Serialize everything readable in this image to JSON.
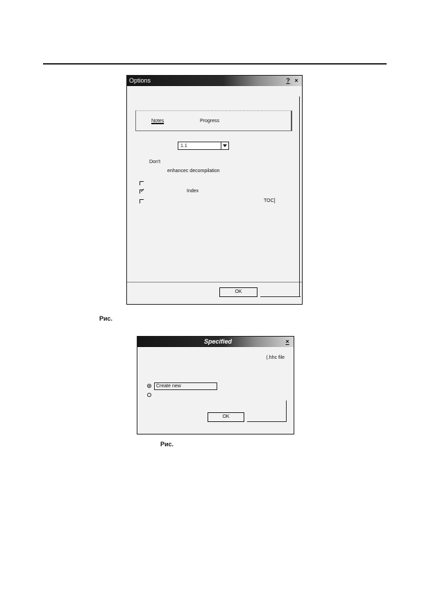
{
  "options_dialog": {
    "title": "Options",
    "help_label": "?",
    "close_label": "×",
    "tabs": [
      {
        "label": "Notes"
      },
      {
        "label": "Progress"
      }
    ],
    "combo_value": "1.1",
    "dont_label": "Don't",
    "enhanced_label": "enhancec decompilation",
    "checkboxes": [
      {
        "label": "",
        "checked": false
      },
      {
        "label": "Index",
        "checked": true
      },
      {
        "label": "TOC]",
        "checked": false
      }
    ],
    "ok_label": "OK"
  },
  "caption_1": "Рис.",
  "specified_dialog": {
    "title": "Specified",
    "close_label": "×",
    "filetype_label": "(.hhc file",
    "radio_create_label": "Create new",
    "ok_label": "OK"
  },
  "caption_2": "Рис."
}
